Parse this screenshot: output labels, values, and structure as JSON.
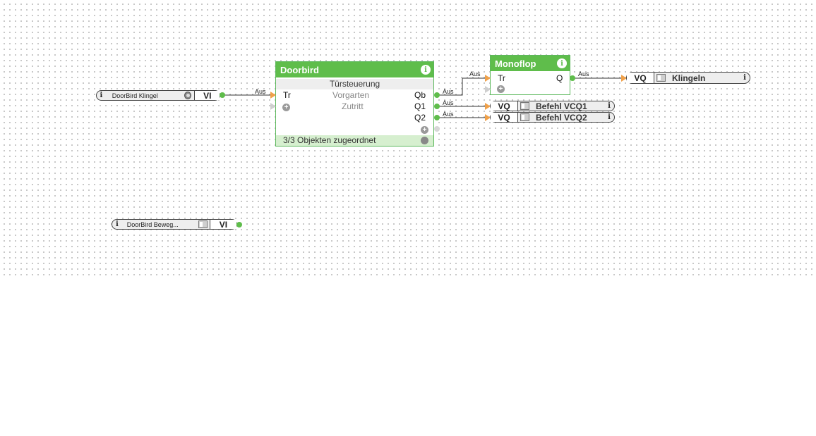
{
  "inputs": {
    "klingel": {
      "info": "i",
      "name": "DoorBird Klingel",
      "type": "VI"
    },
    "bewegung": {
      "info": "i",
      "name": "DoorBird Beweg...",
      "type": "VI"
    }
  },
  "doorbird_block": {
    "title": "Doorbird",
    "info": "i",
    "subtitle": "Türsteuerung",
    "input": "Tr",
    "outputs": [
      "Qb",
      "Q1",
      "Q2"
    ],
    "rows": [
      "Vorgarten",
      "Zutritt"
    ],
    "add": "+",
    "footer": "3/3 Objekten zugeordnet"
  },
  "monoflop_block": {
    "title": "Monoflop",
    "info": "i",
    "input": "Tr",
    "output": "Q",
    "add": "+"
  },
  "outputs": {
    "klingeln": {
      "type": "VQ",
      "name": "Klingeln",
      "info": "i"
    },
    "befehl1": {
      "type": "VQ",
      "name": "Befehl VCQ1",
      "info": "i"
    },
    "befehl2": {
      "type": "VQ",
      "name": "Befehl VCQ2",
      "info": "i"
    }
  },
  "wire_label": "Aus",
  "colors": {
    "block_green": "#5fbd4b",
    "port_orange": "#f0a14a",
    "canvas_dot": "#b9b9b9"
  }
}
